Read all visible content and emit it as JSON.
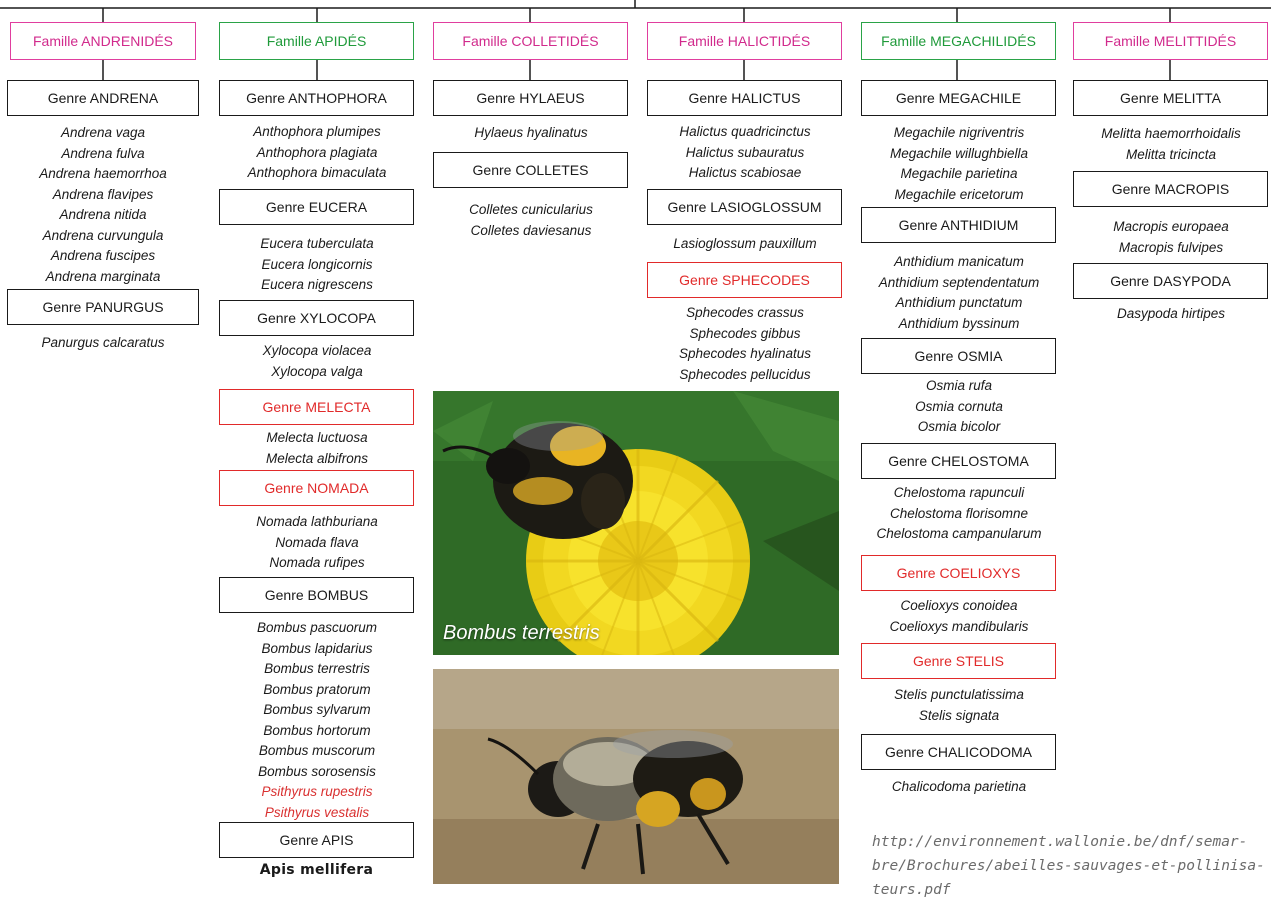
{
  "families": [
    {
      "label": "Famille ANDRENIDÉS",
      "color": "pink",
      "genera": [
        {
          "label": "Genre ANDRENA",
          "color": "black",
          "species": [
            "Andrena vaga",
            "Andrena fulva",
            "Andrena haemorrhoa",
            "Andrena flavipes",
            "Andrena nitida",
            "Andrena curvungula",
            "Andrena fuscipes",
            "Andrena marginata"
          ]
        },
        {
          "label": "Genre PANURGUS",
          "color": "black",
          "species": [
            "Panurgus calcaratus"
          ]
        }
      ]
    },
    {
      "label": "Famille APIDÉS",
      "color": "green",
      "genera": [
        {
          "label": "Genre ANTHOPHORA",
          "color": "black",
          "species": [
            "Anthophora plumipes",
            "Anthophora plagiata",
            "Anthophora bimaculata"
          ]
        },
        {
          "label": "Genre EUCERA",
          "color": "black",
          "species": [
            "Eucera tuberculata",
            "Eucera longicornis",
            "Eucera nigrescens"
          ]
        },
        {
          "label": "Genre XYLOCOPA",
          "color": "black",
          "species": [
            "Xylocopa violacea",
            "Xylocopa valga"
          ]
        },
        {
          "label": "Genre MELECTA",
          "color": "red",
          "species": [
            "Melecta luctuosa",
            "Melecta albifrons"
          ]
        },
        {
          "label": "Genre NOMADA",
          "color": "red",
          "species": [
            "Nomada lathburiana",
            "Nomada flava",
            "Nomada rufipes"
          ]
        },
        {
          "label": "Genre BOMBUS",
          "color": "black",
          "species": [
            "Bombus pascuorum",
            "Bombus lapidarius",
            "Bombus terrestris",
            "Bombus pratorum",
            "Bombus sylvarum",
            "Bombus  hortorum",
            "Bombus muscorum",
            "Bombus sorosensis"
          ],
          "red_species": [
            "Psithyrus rupestris",
            "Psithyrus vestalis"
          ]
        },
        {
          "label": "Genre APIS",
          "color": "black",
          "species_bold": "Apis mellifera"
        }
      ]
    },
    {
      "label": "Famille COLLETIDÉS",
      "color": "pink",
      "genera": [
        {
          "label": "Genre HYLAEUS",
          "color": "black",
          "species": [
            "Hylaeus hyalinatus"
          ]
        },
        {
          "label": "Genre COLLETES",
          "color": "black",
          "species": [
            "Colletes cunicularius",
            "Colletes daviesanus"
          ]
        }
      ]
    },
    {
      "label": "Famille HALICTIDÉS",
      "color": "pink",
      "genera": [
        {
          "label": "Genre HALICTUS",
          "color": "black",
          "species": [
            "Halictus quadricinctus",
            "Halictus subauratus",
            "Halictus scabiosae"
          ]
        },
        {
          "label": "Genre LASIOGLOSSUM",
          "color": "black",
          "species": [
            "Lasioglossum pauxillum"
          ]
        },
        {
          "label": "Genre SPHECODES",
          "color": "red",
          "species": [
            "Sphecodes crassus",
            "Sphecodes gibbus",
            "Sphecodes hyalinatus",
            "Sphecodes pellucidus"
          ]
        }
      ]
    },
    {
      "label": "Famille MEGACHILIDÉS",
      "color": "green",
      "genera": [
        {
          "label": "Genre MEGACHILE",
          "color": "black",
          "species": [
            "Megachile nigriventris",
            "Megachile willughbiella",
            "Megachile parietina",
            "Megachile ericetorum"
          ]
        },
        {
          "label": "Genre ANTHIDIUM",
          "color": "black",
          "species": [
            "Anthidium manicatum",
            "Anthidium septendentatum",
            "Anthidium punctatum",
            "Anthidium byssinum"
          ]
        },
        {
          "label": "Genre OSMIA",
          "color": "black",
          "species": [
            "Osmia rufa",
            "Osmia cornuta",
            "Osmia bicolor"
          ]
        },
        {
          "label": "Genre CHELOSTOMA",
          "color": "black",
          "species": [
            "Chelostoma rapunculi",
            "Chelostoma florisomne",
            "Chelostoma campanularum"
          ]
        },
        {
          "label": "Genre COELIOXYS",
          "color": "red",
          "species": [
            "Coelioxys conoidea",
            "Coelioxys mandibularis"
          ]
        },
        {
          "label": "Genre STELIS",
          "color": "red",
          "species": [
            "Stelis punctulatissima",
            "Stelis signata"
          ]
        },
        {
          "label": "Genre CHALICODOMA",
          "color": "black",
          "species": [
            "Chalicodoma parietina"
          ]
        }
      ]
    },
    {
      "label": "Famille MELITTIDÉS",
      "color": "pink",
      "genera": [
        {
          "label": "Genre MELITTA",
          "color": "black",
          "species": [
            "Melitta haemorrhoidalis",
            "Melitta tricincta"
          ]
        },
        {
          "label": "Genre MACROPIS",
          "color": "black",
          "species": [
            "Macropis europaea",
            "Macropis fulvipes"
          ]
        },
        {
          "label": "Genre DASYPODA",
          "color": "black",
          "species": [
            "Dasypoda hirtipes"
          ]
        }
      ]
    }
  ],
  "photo_caption": "Bombus terrestris",
  "source_url_lines": [
    "http://environnement.wallonie.be/dnf/semar-",
    "bre/Brochures/abeilles-sauvages-et-pollinisa-",
    "teurs.pdf"
  ],
  "colors": {
    "family_pink": "#d12a8c",
    "family_green": "#1f9a3a",
    "genus_red": "#e12a2a",
    "photo_grass": "#2f6a26",
    "photo_flower": "#f2d821",
    "photo_ground": "#a8946f"
  }
}
